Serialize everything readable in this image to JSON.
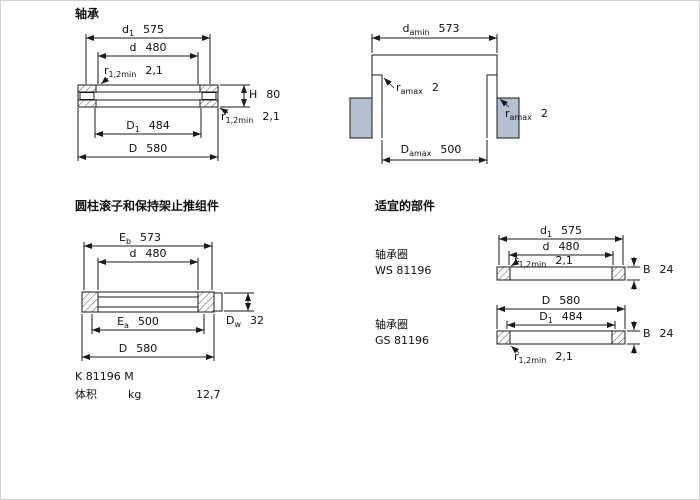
{
  "colors": {
    "line": "#1a1a1a",
    "housing_fill": "#b2c0d0"
  },
  "bearing": {
    "title": "轴承",
    "d1": {
      "base": "d",
      "sub": "1",
      "value": "575"
    },
    "d": {
      "base": "d",
      "sub": "",
      "value": "480"
    },
    "r_top": {
      "base": "r",
      "sub": "1,2min",
      "value": "2,1"
    },
    "H": {
      "base": "H",
      "sub": "",
      "value": "80"
    },
    "r_bottom": {
      "base": "r",
      "sub": "1,2min",
      "value": "2,1"
    },
    "D1": {
      "base": "D",
      "sub": "1",
      "value": "484"
    },
    "D": {
      "base": "D",
      "sub": "",
      "value": "580"
    }
  },
  "abutment": {
    "d_amin": {
      "base": "d",
      "sub": "amin",
      "value": "573"
    },
    "r_amax_top": {
      "base": "r",
      "sub": "amax",
      "value": "2"
    },
    "r_amax_right": {
      "base": "r",
      "sub": "amax",
      "value": "2"
    },
    "D_amax": {
      "base": "D",
      "sub": "amax",
      "value": "500"
    }
  },
  "assembly": {
    "title": "圆柱滚子和保持架止推组件",
    "Eb": {
      "base": "E",
      "sub": "b",
      "value": "573"
    },
    "d": {
      "base": "d",
      "sub": "",
      "value": "480"
    },
    "Ea": {
      "base": "E",
      "sub": "a",
      "value": "500"
    },
    "D": {
      "base": "D",
      "sub": "",
      "value": "580"
    },
    "Dw": {
      "base": "D",
      "sub": "w",
      "value": "32"
    },
    "designation": "K 81196 M",
    "mass_label": "体积",
    "mass_unit": "kg",
    "mass_value": "12,7"
  },
  "components": {
    "title": "适宜的部件",
    "ws": {
      "kind": "轴承圈",
      "designation": "WS 81196",
      "d1": {
        "base": "d",
        "sub": "1",
        "value": "575"
      },
      "d": {
        "base": "d",
        "sub": "",
        "value": "480"
      },
      "r": {
        "base": "r",
        "sub": "1,2min",
        "value": "2,1"
      },
      "B": {
        "base": "B",
        "sub": "",
        "value": "24"
      }
    },
    "gs": {
      "kind": "轴承圈",
      "designation": "GS 81196",
      "D": {
        "base": "D",
        "sub": "",
        "value": "580"
      },
      "D1": {
        "base": "D",
        "sub": "1",
        "value": "484"
      },
      "B": {
        "base": "B",
        "sub": "",
        "value": "24"
      },
      "r": {
        "base": "r",
        "sub": "1,2min",
        "value": "2,1"
      }
    }
  }
}
